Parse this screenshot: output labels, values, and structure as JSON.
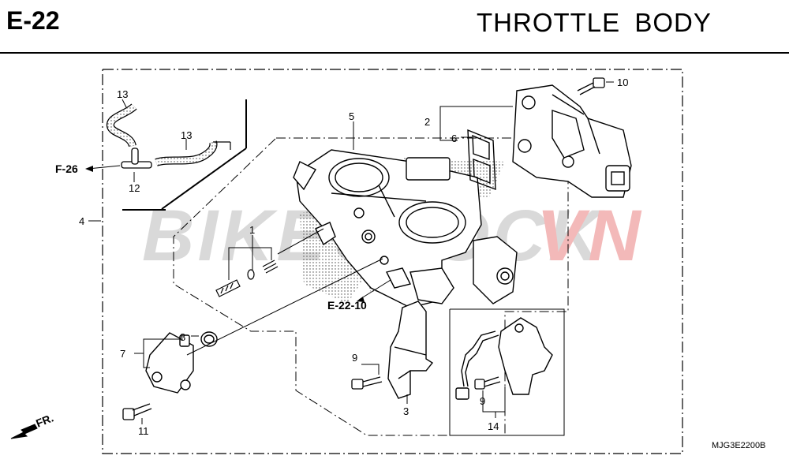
{
  "header": {
    "code": "E-22",
    "title": "THROTTLE  BODY"
  },
  "callouts": {
    "c1": "1",
    "c2": "2",
    "c3": "3",
    "c4": "4",
    "c5": "5",
    "c6": "6",
    "c7": "7",
    "c8": "8",
    "c9a": "9",
    "c9b": "9",
    "c10": "10",
    "c11": "11",
    "c12": "12",
    "c13a": "13",
    "c13b": "13",
    "c14": "14"
  },
  "references": {
    "f26": "F-26",
    "e2210": "E-22-10"
  },
  "orientation": "FR.",
  "watermark": {
    "part1": "BIKE",
    "part2": "STOCK",
    "part3": "VN"
  },
  "drawing_code": "MJG3E2200B",
  "colors": {
    "line": "#000000",
    "watermark_gray": "#d9d9d9",
    "watermark_red": "#f3b9b9"
  }
}
